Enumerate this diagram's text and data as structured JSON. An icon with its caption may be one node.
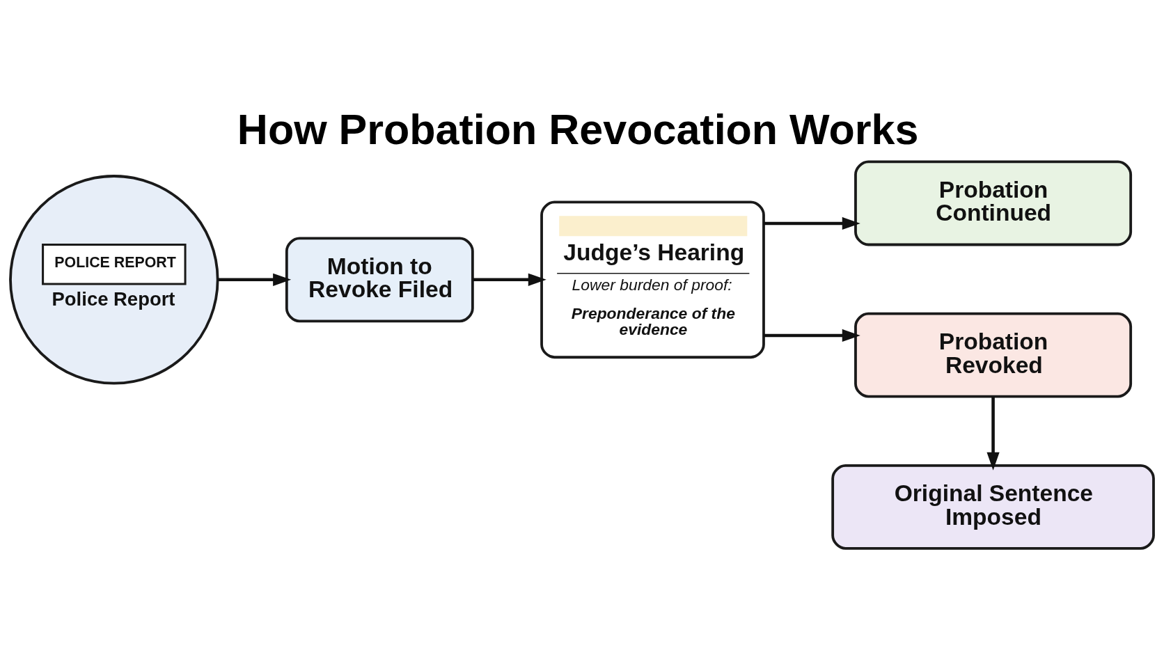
{
  "diagram": {
    "title": "How Probation Revocation Works",
    "nodes": [
      {
        "text": [
          "POLICE REPORT",
          "Police Report"
        ]
      },
      {
        "text": [
          "Motion to Revoke Filed"
        ]
      },
      {
        "text": [
          "Judge’s Hearing",
          "Lower burden of proof:",
          "Preponderance of the evidence"
        ]
      },
      {
        "text": [
          "Probation Continued"
        ]
      },
      {
        "text": [
          "Probation Revoked"
        ]
      },
      {
        "text": [
          "Original Sentence Imposed"
        ]
      }
    ],
    "edges": [
      {
        "from": 0,
        "to": 1,
        "arrow": "to"
      },
      {
        "from": 1,
        "to": 2,
        "arrow": "to"
      },
      {
        "from": 2,
        "to": 3,
        "arrow": "to"
      },
      {
        "from": 2,
        "to": 4,
        "arrow": "to"
      },
      {
        "from": 4,
        "to": 5,
        "arrow": "to"
      }
    ]
  }
}
